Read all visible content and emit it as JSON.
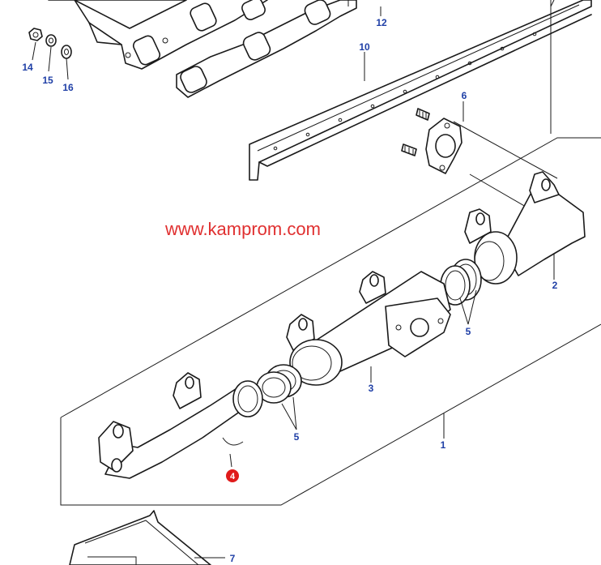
{
  "watermark": "www.kamprom.com",
  "colors": {
    "callout": "#1f3fa6",
    "watermark": "#e03030",
    "highlight": "#e01b1b",
    "line": "#1a1a1a"
  },
  "callouts": {
    "c1": "1",
    "c2": "2",
    "c3": "3",
    "c4": "4",
    "c5a": "5",
    "c5b": "5",
    "c6": "6",
    "c7": "7",
    "c10": "10",
    "c12": "12",
    "c14": "14",
    "c15": "15",
    "c16": "16"
  }
}
